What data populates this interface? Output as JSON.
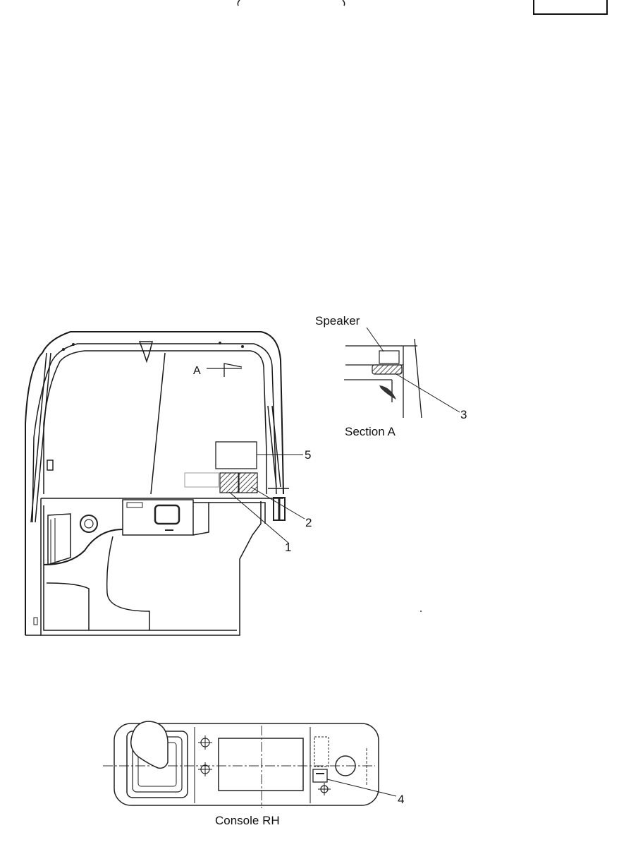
{
  "labels": {
    "speaker": "Speaker",
    "section_a": "Section A",
    "view_marker": "A",
    "console_rh": "Console RH"
  },
  "callouts": [
    "1",
    "2",
    "3",
    "4",
    "5"
  ]
}
